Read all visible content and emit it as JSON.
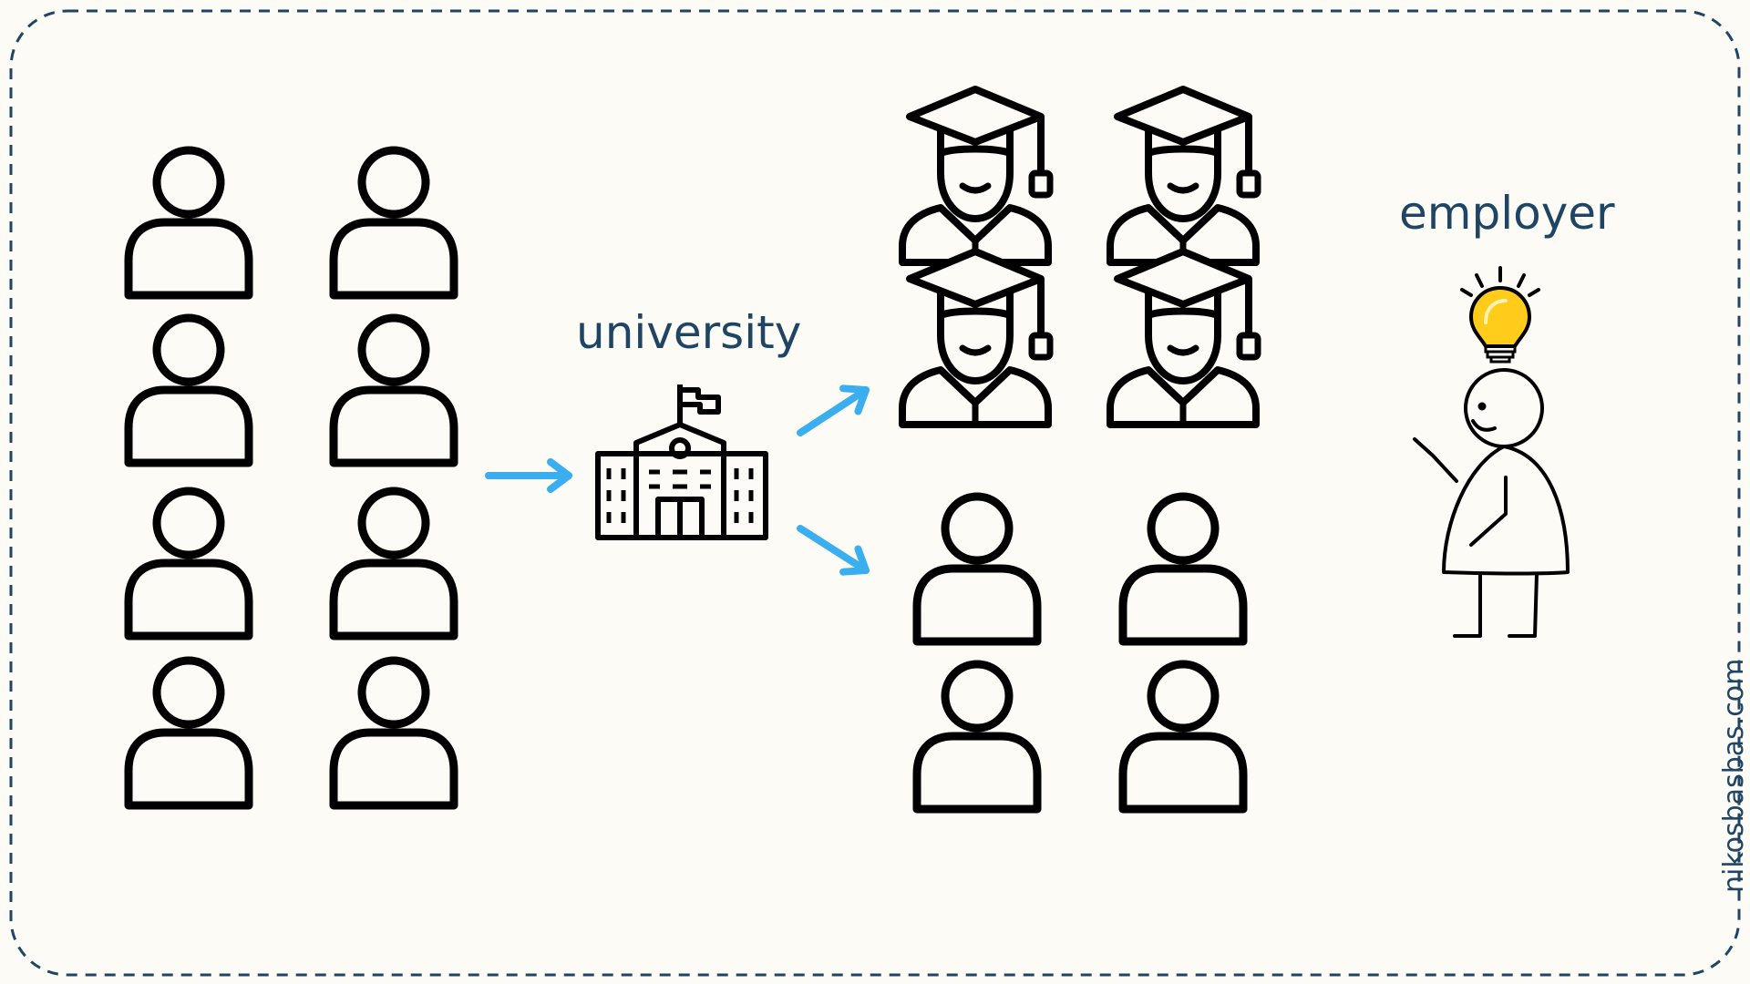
{
  "labels": {
    "university": "university",
    "employer": "employer"
  },
  "watermark": "nikosbasbas.com",
  "colors": {
    "background": "#fdfbf6",
    "border": "#1f4564",
    "icon_stroke": "#000000",
    "arrow": "#3aaeef",
    "bulb": "#ffcc1c",
    "label_text": "#1f4564"
  },
  "groups": {
    "applicants": {
      "icon": "person-icon",
      "count": 8
    },
    "graduates": {
      "icon": "graduate-icon",
      "count": 4
    },
    "non_graduates": {
      "icon": "person-icon",
      "count": 4
    }
  }
}
